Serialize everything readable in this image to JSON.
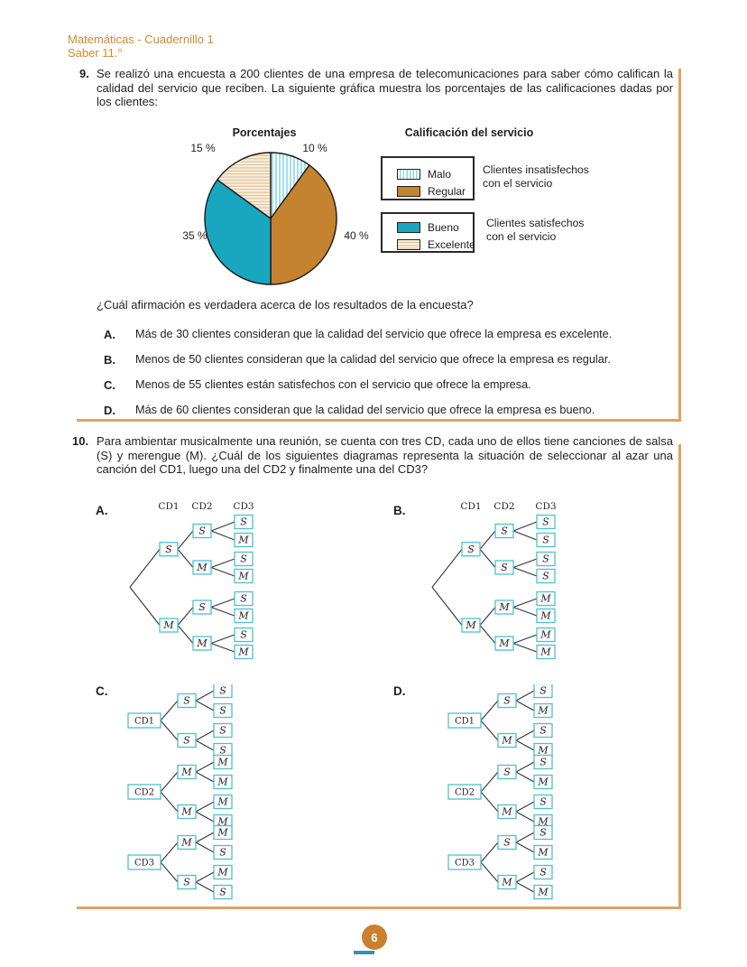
{
  "page": {
    "header": {
      "line1": "Matemáticas - Cuadernillo 1",
      "line2": "Saber 11.°"
    },
    "footer": {
      "page_number": "6"
    },
    "accent_colors": {
      "header_text": "#CE8B2E",
      "section_border": "#DCA462",
      "page_circle": "#C9812F"
    }
  },
  "q9": {
    "number": "9.",
    "text": "Se realizó una encuesta a 200 clientes de una empresa de telecomunicaciones para saber cómo califican la calidad del servicio que reciben. La siguiente gráfica muestra los porcentajes de las calificaciones dadas por los clientes:",
    "question": "¿Cuál afirmación es verdadera acerca de los resultados de la encuesta?",
    "options": [
      {
        "letter": "A.",
        "text": "Más de 30 clientes consideran que la calidad del servicio que ofrece la empresa es excelente."
      },
      {
        "letter": "B.",
        "text": "Menos de 50 clientes consideran que la calidad del servicio que ofrece la empresa es regular."
      },
      {
        "letter": "C.",
        "text": "Menos de 55 clientes están satisfechos con el servicio que ofrece la empresa."
      },
      {
        "letter": "D.",
        "text": "Más de 60 clientes consideran que la calidad del servicio que ofrece la empresa es bueno."
      }
    ]
  },
  "chart_data": {
    "type": "pie",
    "title": "Porcentajes",
    "start": "12 o'clock, clockwise",
    "slices": [
      {
        "label": "Malo",
        "value": 10,
        "pct_label": "10 %",
        "fill": "patV",
        "style": "vertical cyan stripes on white"
      },
      {
        "label": "Regular",
        "value": 40,
        "pct_label": "40 %",
        "fill": "#C5822F",
        "style": "solid orange"
      },
      {
        "label": "Bueno",
        "value": 35,
        "pct_label": "35 %",
        "fill": "#19A6BF",
        "style": "solid teal"
      },
      {
        "label": "Excelente",
        "value": 15,
        "pct_label": "15 %",
        "fill": "patH",
        "style": "horizontal tan stripes on cream"
      }
    ]
  },
  "legend": {
    "title": "Calificación del servicio",
    "groups": [
      {
        "items": [
          {
            "label": "Malo",
            "swatch": "stripes-vertical"
          },
          {
            "label": "Regular",
            "swatch": "solid-orange"
          }
        ],
        "note_lines": [
          "Clientes insatisfechos",
          "con el servicio"
        ]
      },
      {
        "items": [
          {
            "label": "Bueno",
            "swatch": "solid-teal"
          },
          {
            "label": "Excelente",
            "swatch": "stripes-horizontal"
          }
        ],
        "note_lines": [
          "Clientes satisfechos",
          "con el servicio"
        ]
      }
    ]
  },
  "q10": {
    "number": "10.",
    "text": "Para ambientar musicalmente una reunión, se cuenta con tres CD, cada uno de ellos tiene canciones de salsa (S) y merengue (M). ¿Cuál de los siguientes diagramas representa la situación de seleccionar al azar una canción del CD1, luego una del CD2 y finalmente una del CD3?",
    "diagrams": [
      {
        "label": "A.",
        "kind": "binary",
        "headers": [
          "CD1",
          "CD2",
          "CD3"
        ],
        "level1": [
          "S",
          "M"
        ],
        "level2": [
          "S",
          "M",
          "S",
          "M"
        ],
        "level3": [
          "S",
          "M",
          "S",
          "M",
          "S",
          "M",
          "S",
          "M"
        ]
      },
      {
        "label": "B.",
        "kind": "binary",
        "headers": [
          "CD1",
          "CD2",
          "CD3"
        ],
        "level1": [
          "S",
          "M"
        ],
        "level2": [
          "S",
          "S",
          "M",
          "M"
        ],
        "level3": [
          "S",
          "S",
          "S",
          "S",
          "M",
          "M",
          "M",
          "M"
        ]
      },
      {
        "label": "C.",
        "kind": "grouped",
        "groups": [
          {
            "root": "CD1",
            "mids": [
              "S",
              "S"
            ],
            "leaves": [
              "S",
              "S",
              "S",
              "S"
            ]
          },
          {
            "root": "CD2",
            "mids": [
              "M",
              "M"
            ],
            "leaves": [
              "M",
              "M",
              "M",
              "M"
            ]
          },
          {
            "root": "CD3",
            "mids": [
              "M",
              "S"
            ],
            "leaves": [
              "M",
              "S",
              "M",
              "S"
            ]
          }
        ]
      },
      {
        "label": "D.",
        "kind": "grouped",
        "groups": [
          {
            "root": "CD1",
            "mids": [
              "S",
              "M"
            ],
            "leaves": [
              "S",
              "M",
              "S",
              "M"
            ]
          },
          {
            "root": "CD2",
            "mids": [
              "S",
              "M"
            ],
            "leaves": [
              "S",
              "M",
              "S",
              "M"
            ]
          },
          {
            "root": "CD3",
            "mids": [
              "S",
              "M"
            ],
            "leaves": [
              "S",
              "M",
              "S",
              "M"
            ]
          }
        ]
      }
    ]
  }
}
